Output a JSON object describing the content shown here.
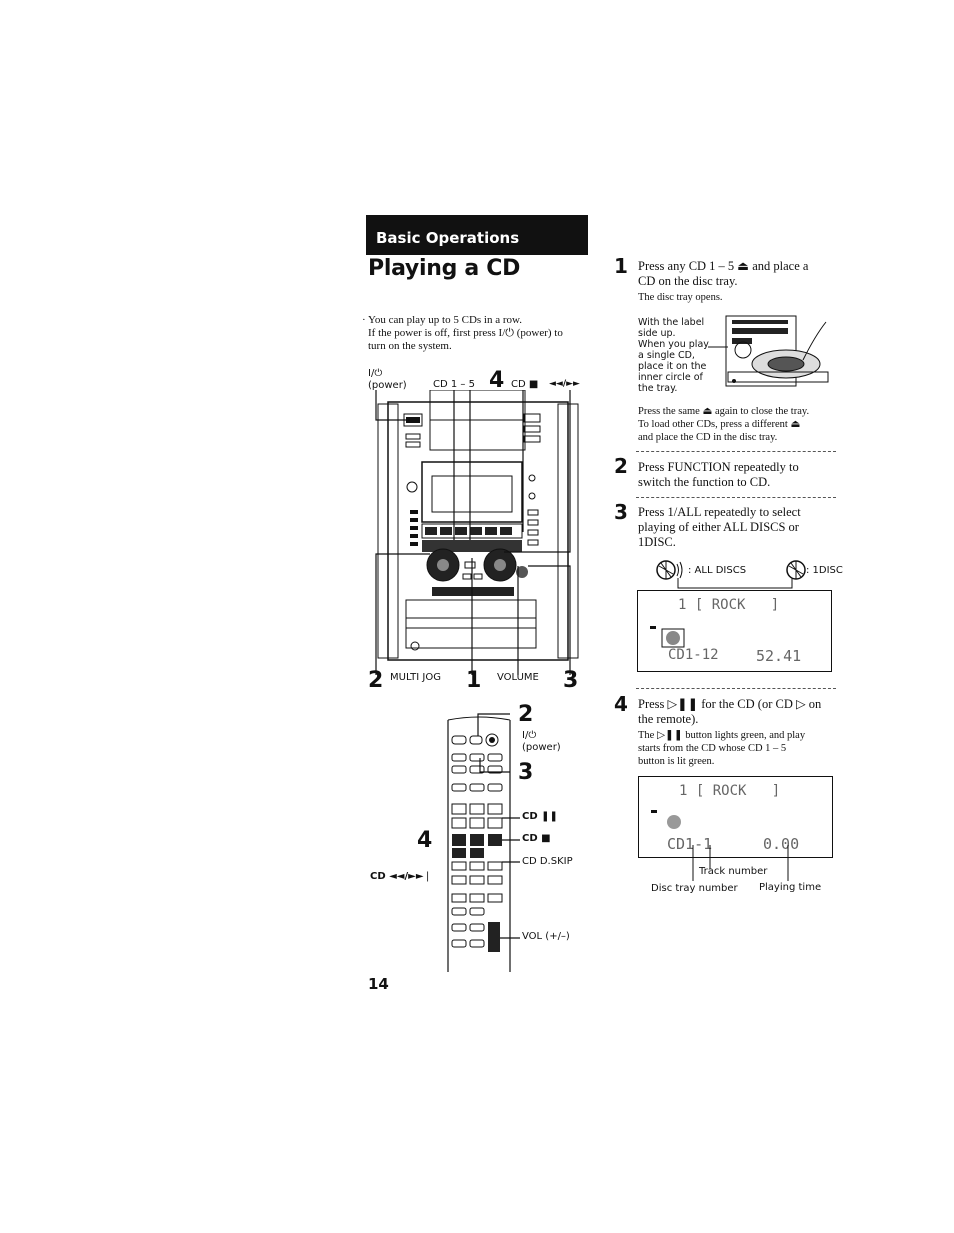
{
  "header": {
    "section": "Basic Operations",
    "title": "Playing a CD"
  },
  "intro": {
    "line1": "You can play up to 5 CDs in a row.",
    "line2": "If the power is off, first press I/⏻ (power) to",
    "line3": "turn on the system."
  },
  "unit_labels": {
    "power_symbol": "I/⏻",
    "power": "(power)",
    "cd15": "CD 1 – 5",
    "num4": "4",
    "cd_stop": "CD ■",
    "skip": "◄◄/►►",
    "num2": "2",
    "multi_jog": "MULTI JOG",
    "num1": "1",
    "volume": "VOLUME",
    "num3": "3"
  },
  "remote_labels": {
    "num2": "2",
    "power_symbol": "I/⏻",
    "power": "(power)",
    "num3": "3",
    "cd_pause": "CD ❚❚",
    "num4": "4",
    "cd_stop": "CD ■",
    "cd_skip_left": "CD ◄◄/►►❘",
    "cd_dskip": "CD D.SKIP",
    "vol": "VOL (+/–)"
  },
  "steps": [
    {
      "num": "1",
      "line1": "Press any CD 1 – 5 ⏏ and place a",
      "line2": "CD on the disc tray.",
      "note": "The disc tray opens.",
      "tray_note": [
        "With the label",
        "side up.",
        "When you play",
        "a single CD,",
        "place it on the",
        "inner circle of",
        "the tray."
      ],
      "after": [
        "Press the same ⏏ again to close the tray.",
        "To load other CDs, press a different ⏏",
        "and place the CD in the disc tray."
      ]
    },
    {
      "num": "2",
      "line1": "Press FUNCTION repeatedly to",
      "line2": "switch the function to CD."
    },
    {
      "num": "3",
      "line1": "Press 1/ALL repeatedly to select",
      "line2": "playing of either ALL DISCS or",
      "line3": "1DISC.",
      "mode_all": ": ALL DISCS",
      "mode_one": ": 1DISC",
      "display": {
        "top": "1 [ ROCK   ]",
        "bottom_left": "CD1-12",
        "bottom_right": "52.41"
      }
    },
    {
      "num": "4",
      "line1": "Press ▷❚❚ for the CD (or CD ▷ on",
      "line2": "the remote).",
      "note1": "The ▷❚❚ button lights green, and play",
      "note2": "starts from the CD whose CD 1 – 5",
      "note3": "button is lit green.",
      "display": {
        "top": "1 [ ROCK   ]",
        "bottom_left": "CD1-1",
        "bottom_right": "0.00"
      },
      "callouts": {
        "track": "Track number",
        "disc": "Disc tray number",
        "time": "Playing time"
      }
    }
  ],
  "page_number": "14"
}
